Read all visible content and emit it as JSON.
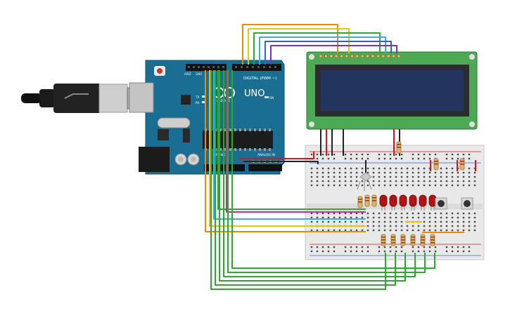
{
  "arduino": {
    "brand_text": "UNO",
    "logo_text": "ARDUINO",
    "digital_label": "DIGITAL (PWM ~)",
    "on_label": "ON",
    "tx_label": "TX",
    "rx_label": "RX",
    "aref_label": "AREF",
    "gnd_label": "GND",
    "power_label": "POWER",
    "analog_label": "ANALOG IN",
    "analog_pins": [
      "A0",
      "A1",
      "A2",
      "A3",
      "A4",
      "A5"
    ]
  },
  "colors": {
    "arduino_board": "#1a6e94",
    "breadboard": "#e9e9e9",
    "lcd_pcb": "#4caa54",
    "lcd_screen": "#23355f",
    "led": "#b01414",
    "wire_green": "#2ea82e",
    "wire_red": "#d01818",
    "wire_black": "#222222",
    "wire_orange": "#e88a0c",
    "wire_yellow": "#e4c617",
    "wire_cyan": "#31b4e0",
    "wire_blue": "#3060d8",
    "wire_purple": "#7a2ec8",
    "wire_magenta": "#c0308c"
  },
  "components": [
    "usb-cable",
    "arduino-uno",
    "lcd-16x2",
    "breadboard",
    "red-leds",
    "resistors",
    "push-buttons",
    "rgb-led"
  ]
}
